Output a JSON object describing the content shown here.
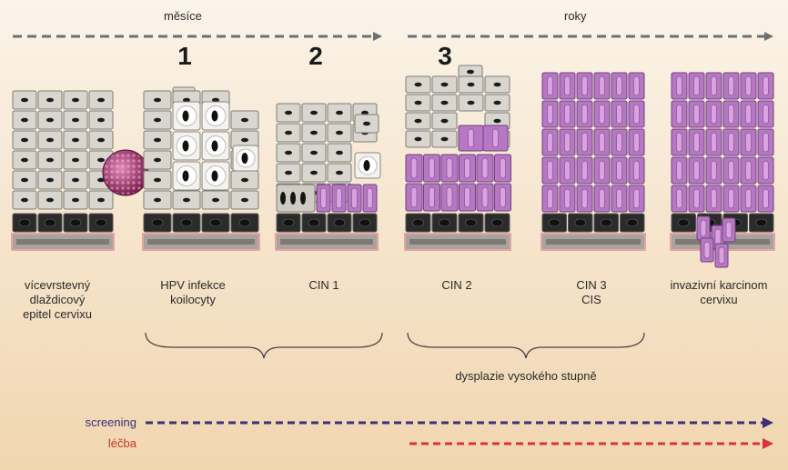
{
  "timeline": {
    "months_label": "měsíce",
    "years_label": "roky"
  },
  "steps": [
    "1",
    "2",
    "3"
  ],
  "stages": [
    {
      "label": "vícevrstevný\ndlaždicový\nepitel cervixu"
    },
    {
      "label": "HPV infekce\nkoilocyty"
    },
    {
      "label": "CIN 1"
    },
    {
      "label": "CIN 2"
    },
    {
      "label": "CIN 3\nCIS"
    },
    {
      "label": "invazivní karcinom\ncervixu"
    }
  ],
  "high_grade_label": "dysplazie vysokého stupně",
  "legend": {
    "screening_label": "screening",
    "treatment_label": "léčba"
  },
  "colors": {
    "timeline_arrow": "#6b7075",
    "screening": "#3a2f7a",
    "treatment": "#d8333a",
    "legend_text_screening": "#3a2f7a",
    "legend_text_treatment": "#c0392b",
    "normal_cell": "#d9d6d0",
    "dysplastic_cell": "#b678c2",
    "basal_cell": "#2b2b2b",
    "membrane": "#e8a4a4",
    "virus": "#a3326e"
  }
}
